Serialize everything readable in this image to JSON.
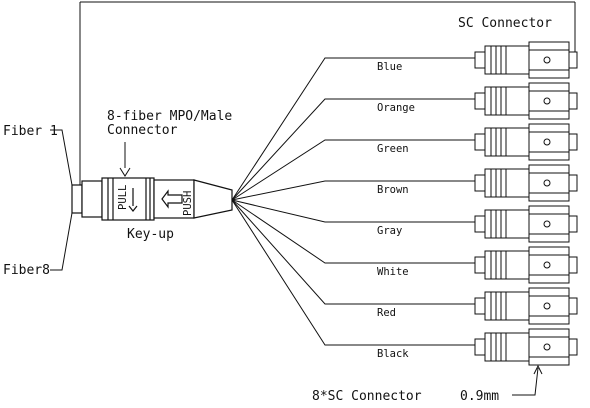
{
  "labels": {
    "sc_connector": "SC Connector",
    "mpo_title_line1": "8-fiber MPO/Male",
    "mpo_title_line2": "Connector",
    "fiber_1": "Fiber 1",
    "fiber_8": "Fiber8",
    "key_up": "Key-up",
    "pull": "PULL",
    "push": "PUSH",
    "bottom_sc": "8*SC Connector",
    "bottom_fiber": "0.9mm"
  },
  "fibers": [
    {
      "name": "Blue"
    },
    {
      "name": "Orange"
    },
    {
      "name": "Green"
    },
    {
      "name": "Brown"
    },
    {
      "name": "Gray"
    },
    {
      "name": "White"
    },
    {
      "name": "Red"
    },
    {
      "name": "Black"
    }
  ],
  "colors": {
    "line": "#111111",
    "background": "#ffffff"
  }
}
